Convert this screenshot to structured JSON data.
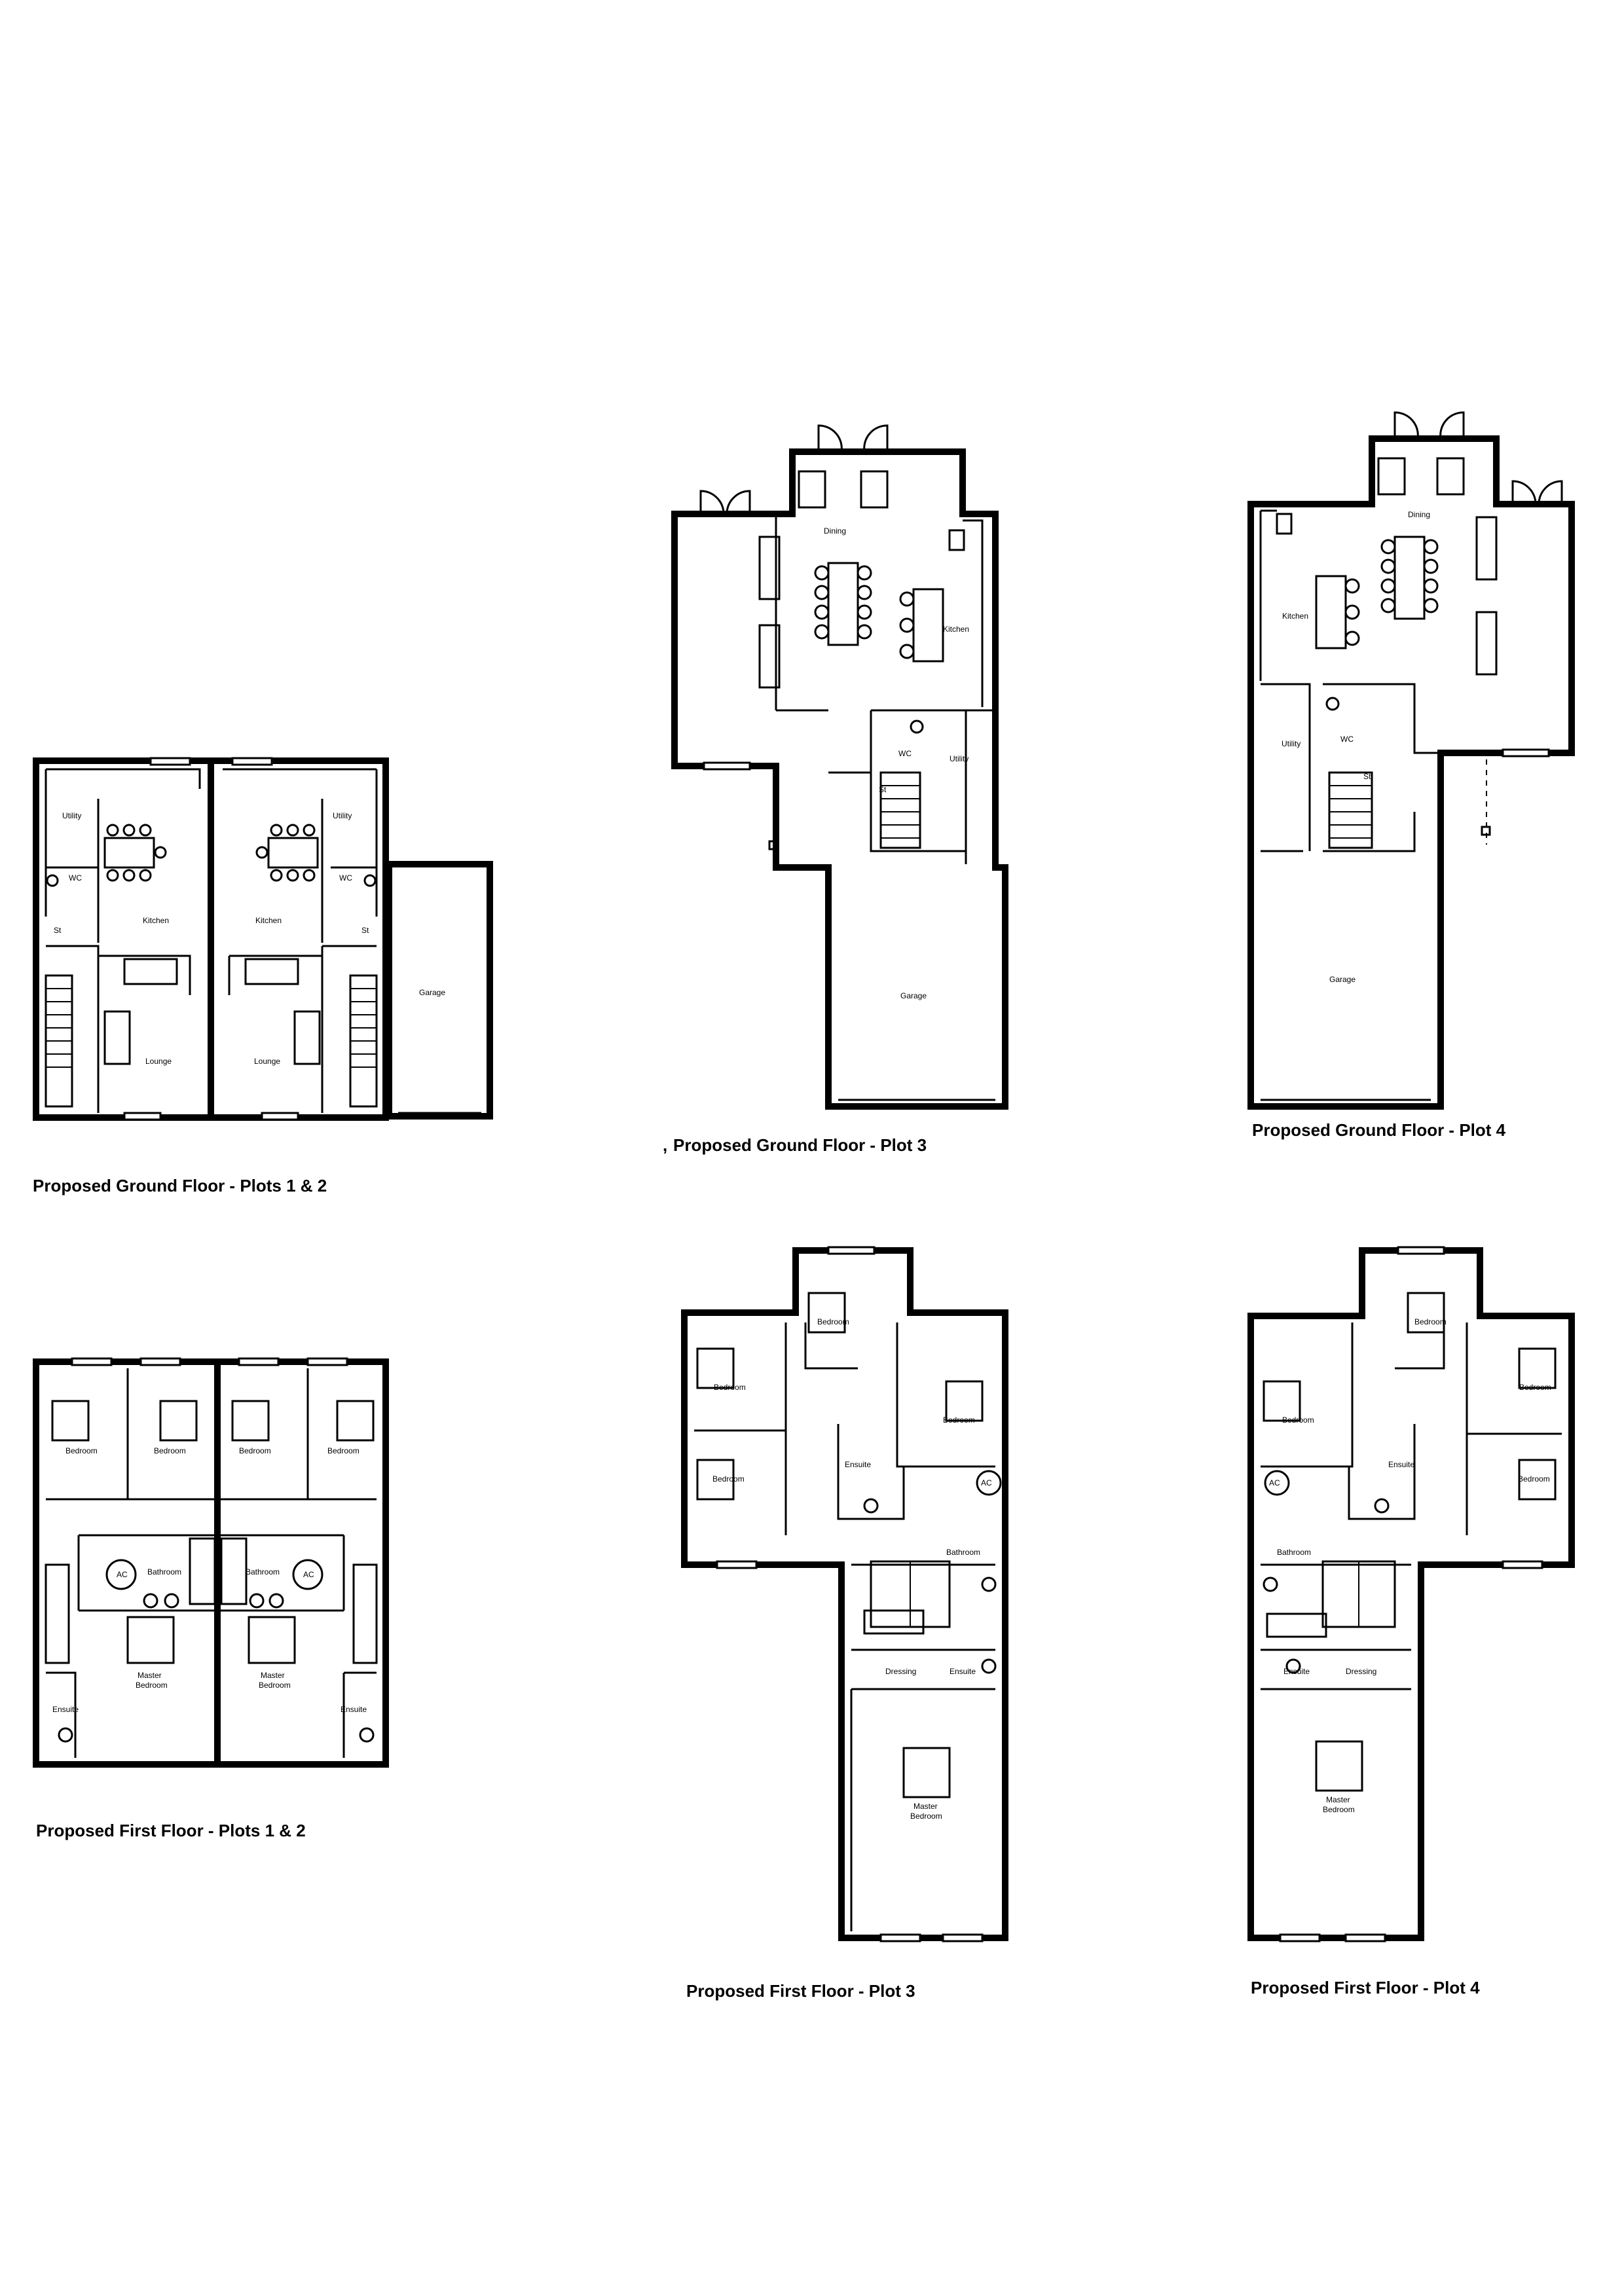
{
  "captions": {
    "gf12": "Proposed Ground Floor - Plots 1 & 2",
    "gf3": "Proposed Ground Floor - Plot 3",
    "gf4": "Proposed Ground Floor - Plot 4",
    "ff12": "Proposed First Floor - Plots 1 & 2",
    "ff3": "Proposed First Floor - Plot 3",
    "ff4": "Proposed First Floor - Plot 4"
  },
  "rooms": {
    "utility": "Utility",
    "wc": "WC",
    "kitchen": "Kitchen",
    "lounge": "Lounge",
    "st": "St",
    "garage": "Garage",
    "dining": "Dining",
    "bedroom": "Bedroom",
    "bathroom": "Bathroom",
    "ensuite": "Ensuite",
    "master": "Master",
    "master_bedroom": "Bedroom",
    "dressing": "Dressing",
    "ac": "AC"
  },
  "marks": {
    "tick": ","
  }
}
